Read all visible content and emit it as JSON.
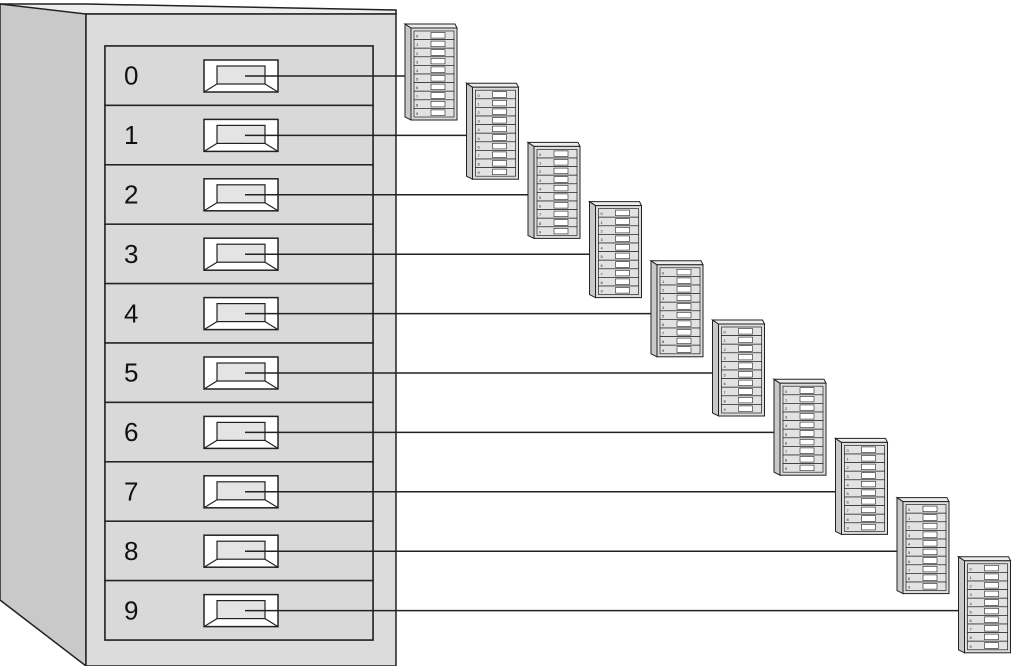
{
  "main_cabinet": {
    "drawers": [
      {
        "label": "0"
      },
      {
        "label": "1"
      },
      {
        "label": "2"
      },
      {
        "label": "3"
      },
      {
        "label": "4"
      },
      {
        "label": "5"
      },
      {
        "label": "6"
      },
      {
        "label": "7"
      },
      {
        "label": "8"
      },
      {
        "label": "9"
      }
    ]
  },
  "sub_cabinets": {
    "count": 10,
    "drawer_labels": [
      "0",
      "1",
      "2",
      "3",
      "4",
      "5",
      "6",
      "7",
      "8",
      "9"
    ]
  },
  "colors": {
    "line": "#222222",
    "cabinet_front": "#dcdcdc",
    "cabinet_side": "#c9c9c9",
    "cabinet_top": "#ededed",
    "drawer_face": "#d9d9d9",
    "handle_fill": "#ffffff"
  }
}
